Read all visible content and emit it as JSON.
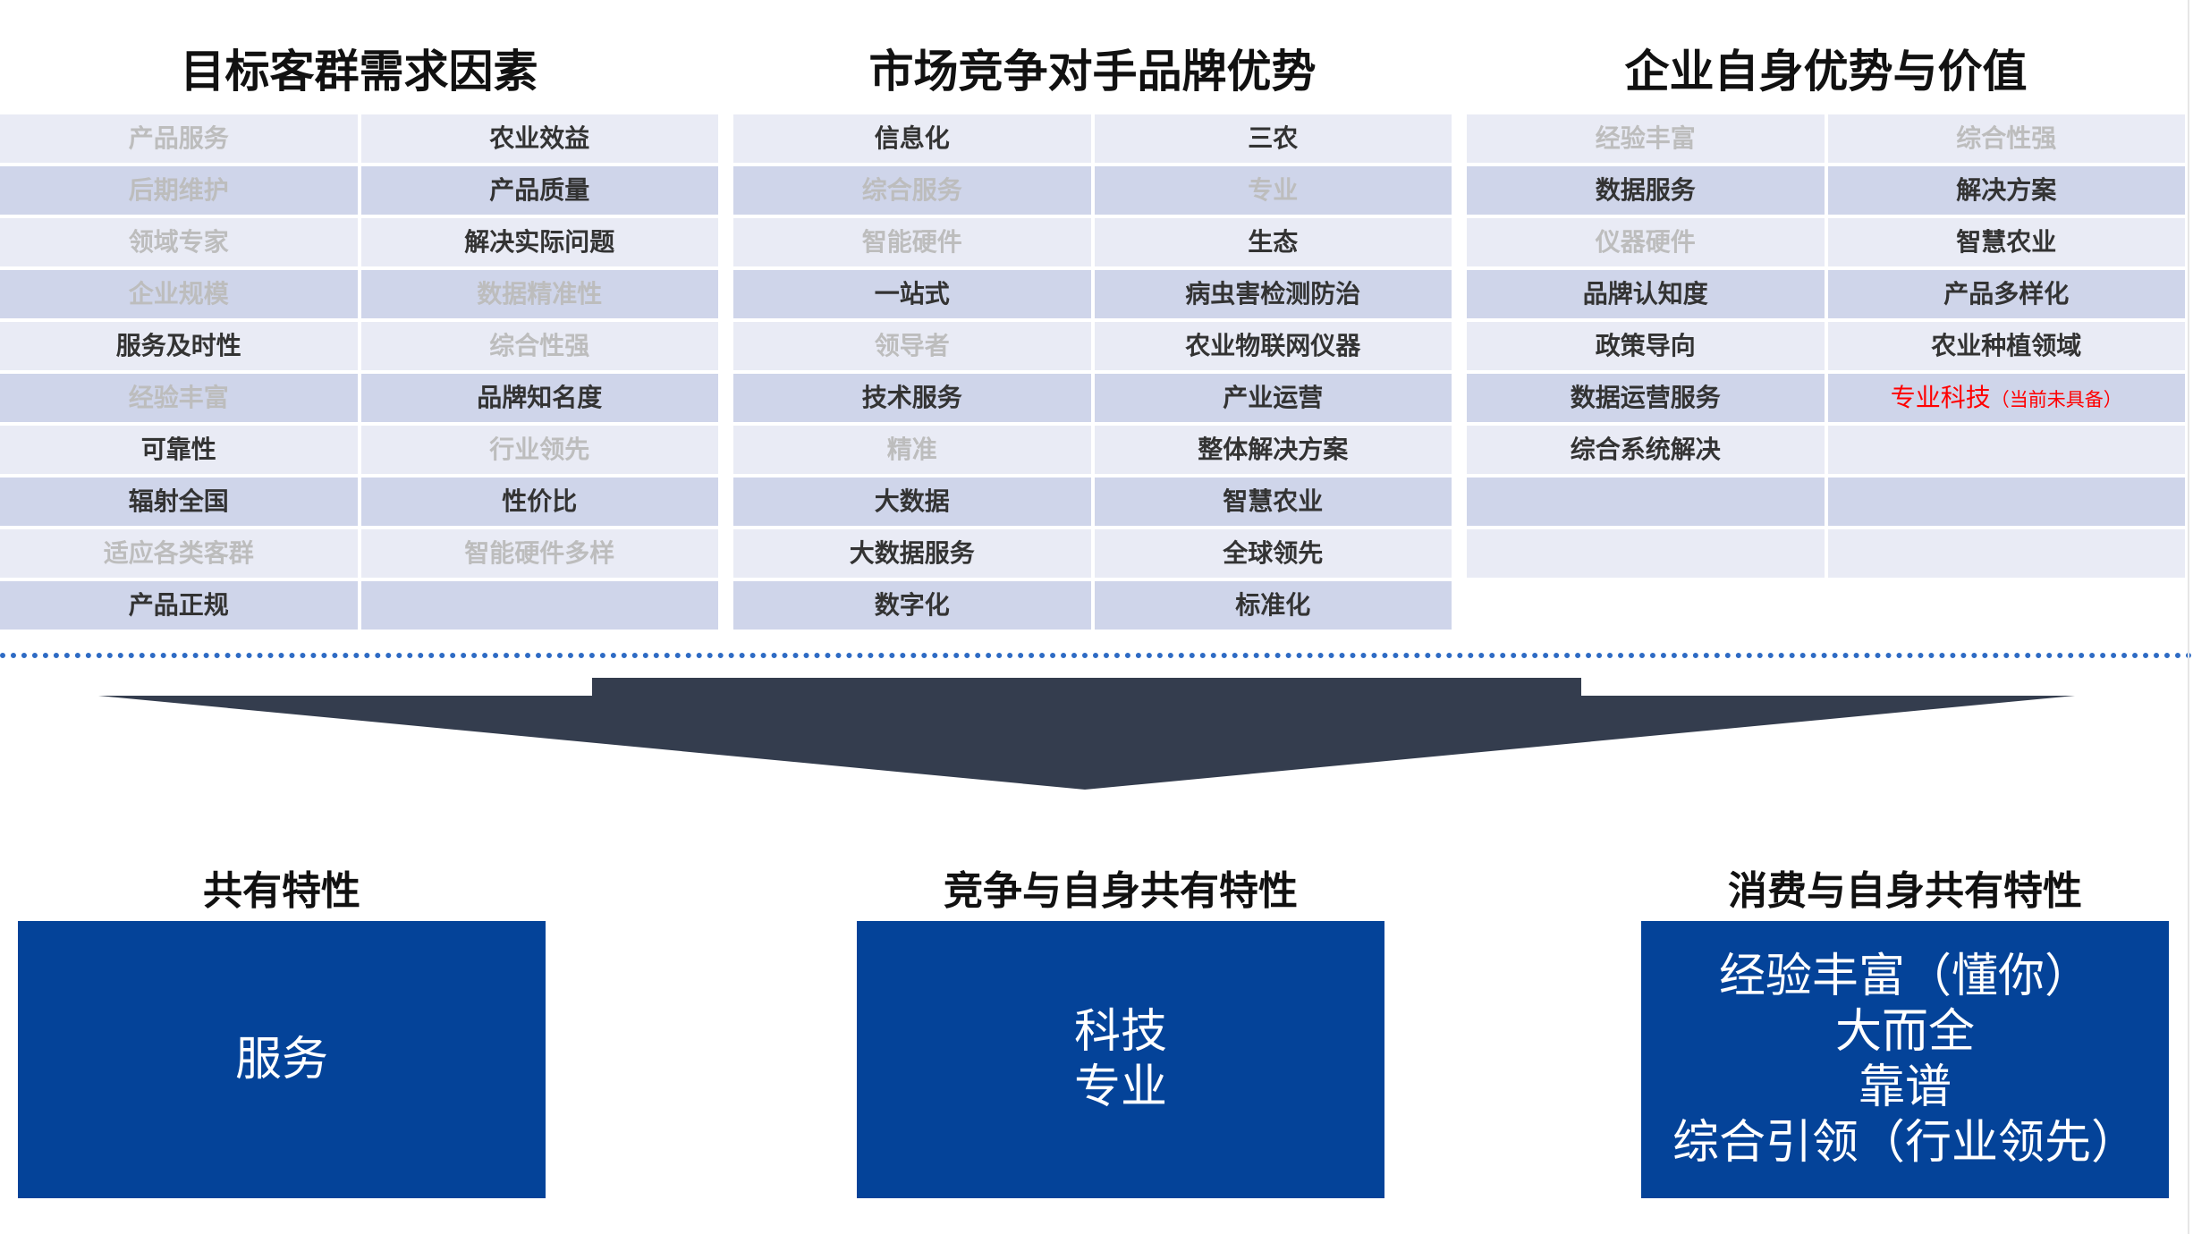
{
  "colors": {
    "row_light": "#e9ebf5",
    "row_dark": "#cfd5ea",
    "box": "#044399",
    "arrow": "#343d4e",
    "dots": "#2e6bc4",
    "alert": "#ff0000"
  },
  "tables": [
    {
      "title": "目标客群需求因素",
      "rows": [
        [
          {
            "text": "产品服务",
            "muted": true
          },
          {
            "text": "农业效益"
          }
        ],
        [
          {
            "text": "后期维护",
            "muted": true
          },
          {
            "text": "产品质量"
          }
        ],
        [
          {
            "text": "领域专家",
            "muted": true
          },
          {
            "text": "解决实际问题"
          }
        ],
        [
          {
            "text": "企业规模",
            "muted": true
          },
          {
            "text": "数据精准性",
            "muted": true
          }
        ],
        [
          {
            "text": "服务及时性"
          },
          {
            "text": "综合性强",
            "muted": true
          }
        ],
        [
          {
            "text": "经验丰富",
            "muted": true
          },
          {
            "text": "品牌知名度"
          }
        ],
        [
          {
            "text": "可靠性"
          },
          {
            "text": "行业领先",
            "muted": true
          }
        ],
        [
          {
            "text": "辐射全国"
          },
          {
            "text": "性价比"
          }
        ],
        [
          {
            "text": "适应各类客群",
            "muted": true
          },
          {
            "text": "智能硬件多样",
            "muted": true
          }
        ],
        [
          {
            "text": "产品正规"
          },
          {
            "text": ""
          }
        ]
      ]
    },
    {
      "title": "市场竞争对手品牌优势",
      "rows": [
        [
          {
            "text": "信息化"
          },
          {
            "text": "三农"
          }
        ],
        [
          {
            "text": "综合服务",
            "muted": true
          },
          {
            "text": "专业",
            "muted": true
          }
        ],
        [
          {
            "text": "智能硬件",
            "muted": true
          },
          {
            "text": "生态"
          }
        ],
        [
          {
            "text": "一站式"
          },
          {
            "text": "病虫害检测防治"
          }
        ],
        [
          {
            "text": "领导者",
            "muted": true
          },
          {
            "text": "农业物联网仪器"
          }
        ],
        [
          {
            "text": "技术服务"
          },
          {
            "text": "产业运营"
          }
        ],
        [
          {
            "text": "精准",
            "muted": true
          },
          {
            "text": "整体解决方案"
          }
        ],
        [
          {
            "text": "大数据"
          },
          {
            "text": "智慧农业"
          }
        ],
        [
          {
            "text": "大数据服务"
          },
          {
            "text": "全球领先"
          }
        ],
        [
          {
            "text": "数字化"
          },
          {
            "text": "标准化"
          }
        ]
      ]
    },
    {
      "title": "企业自身优势与价值",
      "rows": [
        [
          {
            "text": "经验丰富",
            "muted": true
          },
          {
            "text": "综合性强",
            "muted": true
          }
        ],
        [
          {
            "text": "数据服务"
          },
          {
            "text": "解决方案"
          }
        ],
        [
          {
            "text": "仪器硬件",
            "muted": true
          },
          {
            "text": "智慧农业"
          }
        ],
        [
          {
            "text": "品牌认知度"
          },
          {
            "text": "产品多样化"
          }
        ],
        [
          {
            "text": "政策导向"
          },
          {
            "text": "农业种植领域"
          }
        ],
        [
          {
            "text": "数据运营服务"
          },
          {
            "text": "专业科技",
            "note": "（当前未具备）",
            "red": true
          }
        ],
        [
          {
            "text": "综合系统解决"
          },
          {
            "text": ""
          }
        ],
        [
          {
            "text": ""
          },
          {
            "text": ""
          }
        ],
        [
          {
            "text": ""
          },
          {
            "text": ""
          }
        ]
      ]
    }
  ],
  "results": [
    {
      "heading": "共有特性",
      "lines": [
        "服务"
      ]
    },
    {
      "heading": "竞争与自身共有特性",
      "lines": [
        "科技",
        "专业"
      ]
    },
    {
      "heading": "消费与自身共有特性",
      "lines": [
        "经验丰富（懂你）",
        "大而全",
        "靠谱",
        "综合引领（行业领先）"
      ]
    }
  ]
}
